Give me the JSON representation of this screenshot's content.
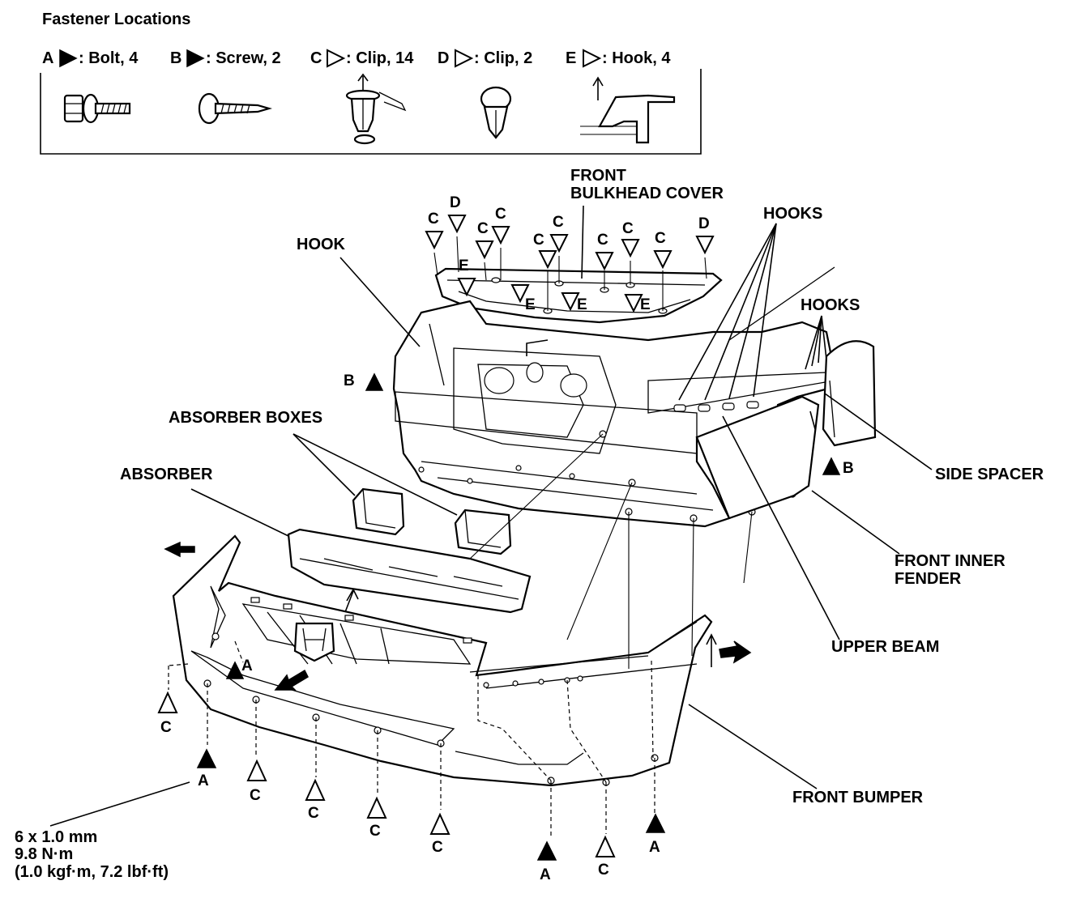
{
  "legend": {
    "title": "Fastener Locations",
    "items": [
      {
        "letter": "A",
        "desc": ": Bolt, 4"
      },
      {
        "letter": "B",
        "desc": ": Screw, 2"
      },
      {
        "letter": "C",
        "desc": ": Clip, 14"
      },
      {
        "letter": "D",
        "desc": ": Clip, 2"
      },
      {
        "letter": "E",
        "desc": ": Hook, 4"
      }
    ]
  },
  "labels": {
    "front_bulkhead_cover_1": "FRONT",
    "front_bulkhead_cover_2": "BULKHEAD COVER",
    "hook": "HOOK",
    "hooks_upper": "HOOKS",
    "hooks_side": "HOOKS",
    "absorber_boxes": "ABSORBER BOXES",
    "absorber": "ABSORBER",
    "side_spacer": "SIDE SPACER",
    "front_inner_fender_1": "FRONT INNER",
    "front_inner_fender_2": "FENDER",
    "upper_beam": "UPPER BEAM",
    "front_bumper": "FRONT BUMPER"
  },
  "spec": {
    "line1": "6 x 1.0 mm",
    "line2": "9.8 N·m",
    "line3": "(1.0 kgf·m, 7.2 lbf·ft)"
  },
  "markers": {
    "c": "C",
    "d": "D",
    "e": "E",
    "a": "A",
    "b": "B"
  }
}
